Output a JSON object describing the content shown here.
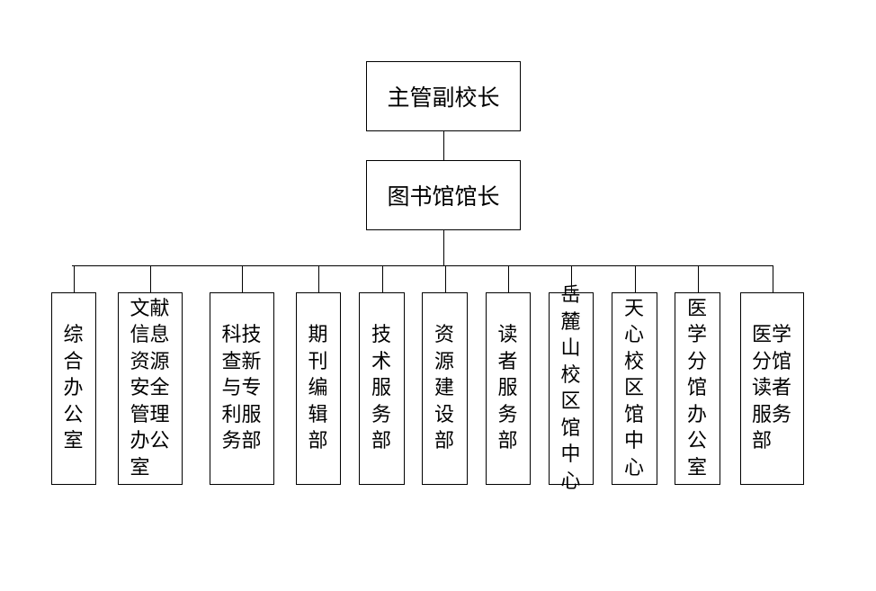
{
  "chart": {
    "root": "主管副校长",
    "director": "图书馆馆长",
    "departments": [
      "综合办公室",
      "文献信息资源安全管理办公室",
      "科技查新与专利服务部",
      "期刊编辑部",
      "技术服务部",
      "资源建设部",
      "读者服务部",
      "岳麓山校区馆中心",
      "天心校区馆中心",
      "医学分馆办公室",
      "医学分馆读者服务部"
    ]
  }
}
